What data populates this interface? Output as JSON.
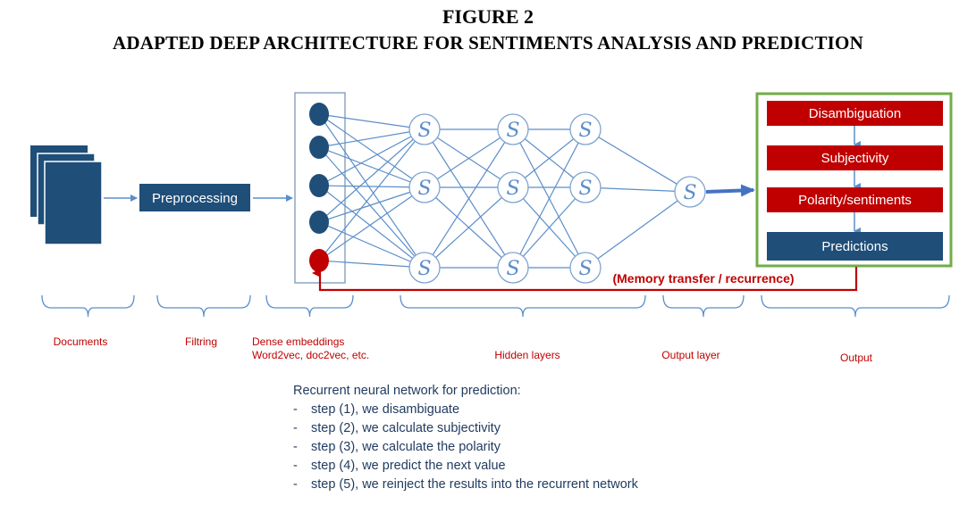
{
  "figure": {
    "number": "FIGURE 2",
    "caption": "ADAPTED DEEP ARCHITECTURE FOR SENTIMENTS ANALYSIS AND PREDICTION"
  },
  "diagram": {
    "preprocessing_label": "Preprocessing",
    "neuron_symbol": "S",
    "memory_label": "(Memory transfer / recurrence)",
    "output_steps": [
      "Disambiguation",
      "Subjectivity",
      "Polarity/sentiments",
      "Predictions"
    ],
    "stages": {
      "documents": "Documents",
      "filtring": "Filtring",
      "embeddings_line1": "Dense embeddings",
      "embeddings_line2": "Word2vec, doc2vec, etc.",
      "hidden": "Hidden layers",
      "output_layer": "Output layer",
      "output": "Output"
    },
    "colors": {
      "dark_blue": "#1f4e79",
      "red": "#c00000",
      "line_blue": "#5b8ec9",
      "green": "#70ad47",
      "text_red": "#c00000"
    }
  },
  "notes": {
    "heading": "Recurrent neural network for prediction:",
    "steps": [
      "step (1), we disambiguate",
      "step (2), we calculate subjectivity",
      "step (3), we calculate the polarity",
      "step (4), we predict the next value",
      "step (5), we reinject the results into the recurrent network"
    ]
  }
}
